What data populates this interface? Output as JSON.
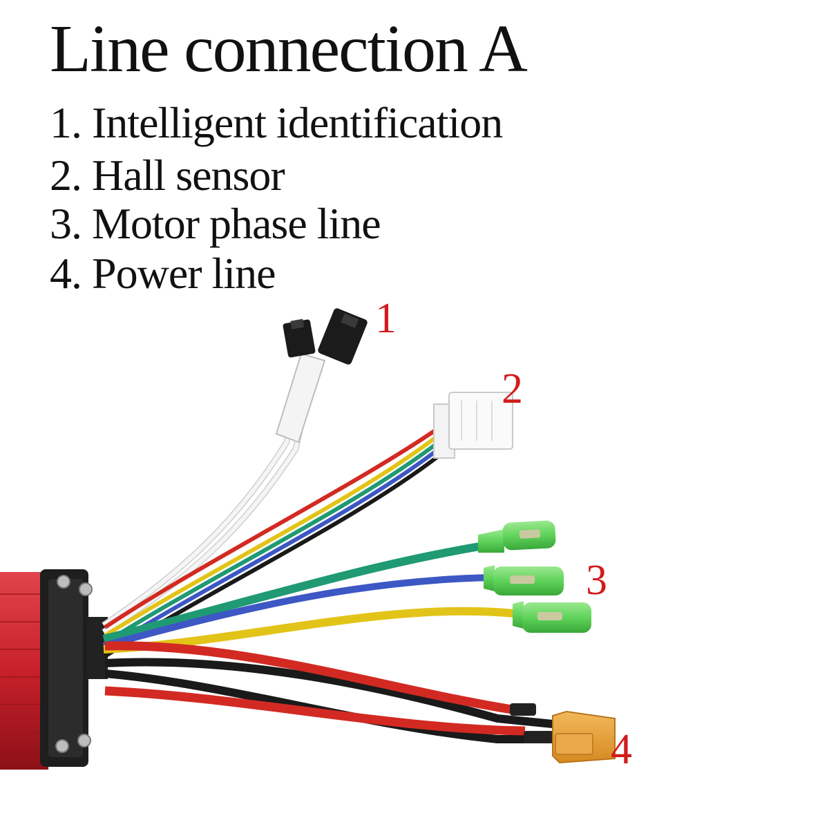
{
  "title": "Line connection A",
  "items": [
    {
      "label": "1. Intelligent identification"
    },
    {
      "label": "2. Hall sensor"
    },
    {
      "label": "3. Motor phase line"
    },
    {
      "label": "4. Power line"
    }
  ],
  "callouts": [
    "1",
    "2",
    "3",
    "4"
  ],
  "colors": {
    "callout": "#d11c1c",
    "controller_body": "#c8202a",
    "phase_terminal": "#5fd35a",
    "power_connector": "#e6a23a",
    "wire_green": "#1f9a73",
    "wire_blue": "#3d57c4",
    "wire_yellow": "#e2c419",
    "wire_red": "#d22a22",
    "wire_black": "#1a1a1a",
    "wire_white": "#f2f2f2"
  }
}
